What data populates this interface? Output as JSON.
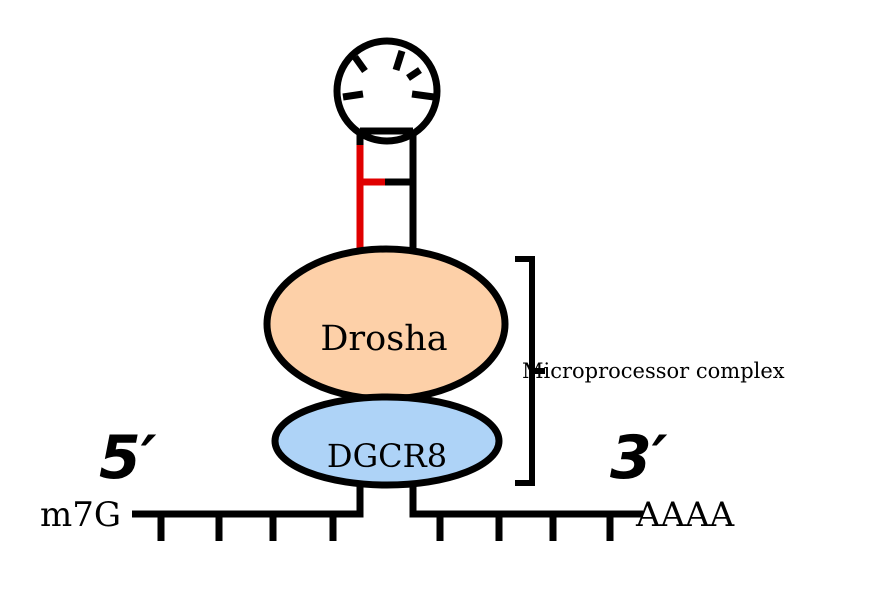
{
  "labels": {
    "drosha": "Drosha",
    "dgcr8": "DGCR8",
    "complex": "Microprocessor complex",
    "five_prime": "5′",
    "three_prime": "3′",
    "cap": "m7G",
    "tail": "AAAA"
  },
  "colors": {
    "drosha_fill": "#fdd0a8",
    "dgcr8_fill": "#aed3f7",
    "stroke": "#000000",
    "mismatch": "#e00000"
  }
}
